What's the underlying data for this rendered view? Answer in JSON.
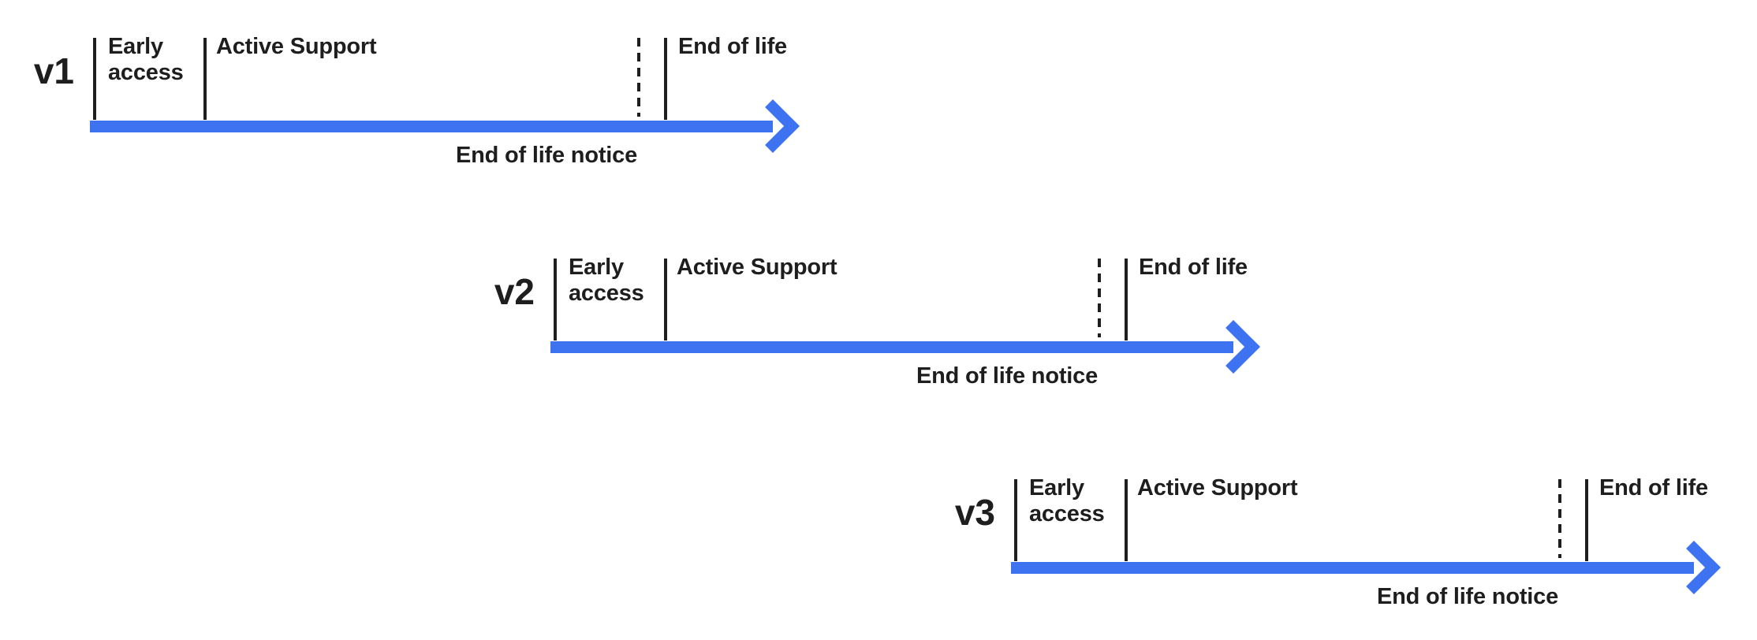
{
  "diagram": {
    "type": "version-lifecycle-timeline",
    "colors": {
      "arrow": "#3D73F0",
      "line": "#1E1E1E",
      "text": "#1E1E1E",
      "background": "#FFFFFF"
    },
    "rows": [
      {
        "version": "v1",
        "early_access": "Early access",
        "active_support": "Active Support",
        "end_of_life": "End of life",
        "end_of_life_notice": "End of life notice"
      },
      {
        "version": "v2",
        "early_access": "Early access",
        "active_support": "Active Support",
        "end_of_life": "End of life",
        "end_of_life_notice": "End of life notice"
      },
      {
        "version": "v3",
        "early_access": "Early access",
        "active_support": "Active Support",
        "end_of_life": "End of life",
        "end_of_life_notice": "End of life notice"
      }
    ]
  }
}
